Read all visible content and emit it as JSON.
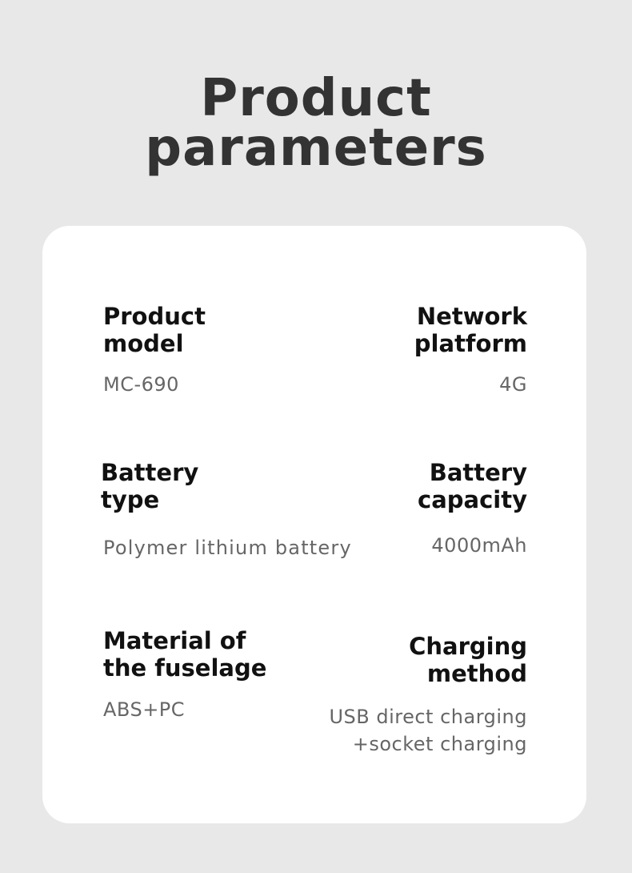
{
  "title": {
    "line1": "Product",
    "line2": "parameters"
  },
  "params": [
    {
      "label_line1": "Product",
      "label_line2": "model",
      "value_line1": "MC-690",
      "value_line2": ""
    },
    {
      "label_line1": "Network",
      "label_line2": "platform",
      "value_line1": "4G",
      "value_line2": ""
    },
    {
      "label_line1": "Battery",
      "label_line2": "type",
      "value_line1": "Polymer lithium battery",
      "value_line2": ""
    },
    {
      "label_line1": "Battery",
      "label_line2": "capacity",
      "value_line1": "4000mAh",
      "value_line2": ""
    },
    {
      "label_line1": "Material of",
      "label_line2": "the fuselage",
      "value_line1": "ABS+PC",
      "value_line2": ""
    },
    {
      "label_line1": "Charging",
      "label_line2": "method",
      "value_line1": "USB direct charging",
      "value_line2": "+socket charging"
    }
  ]
}
